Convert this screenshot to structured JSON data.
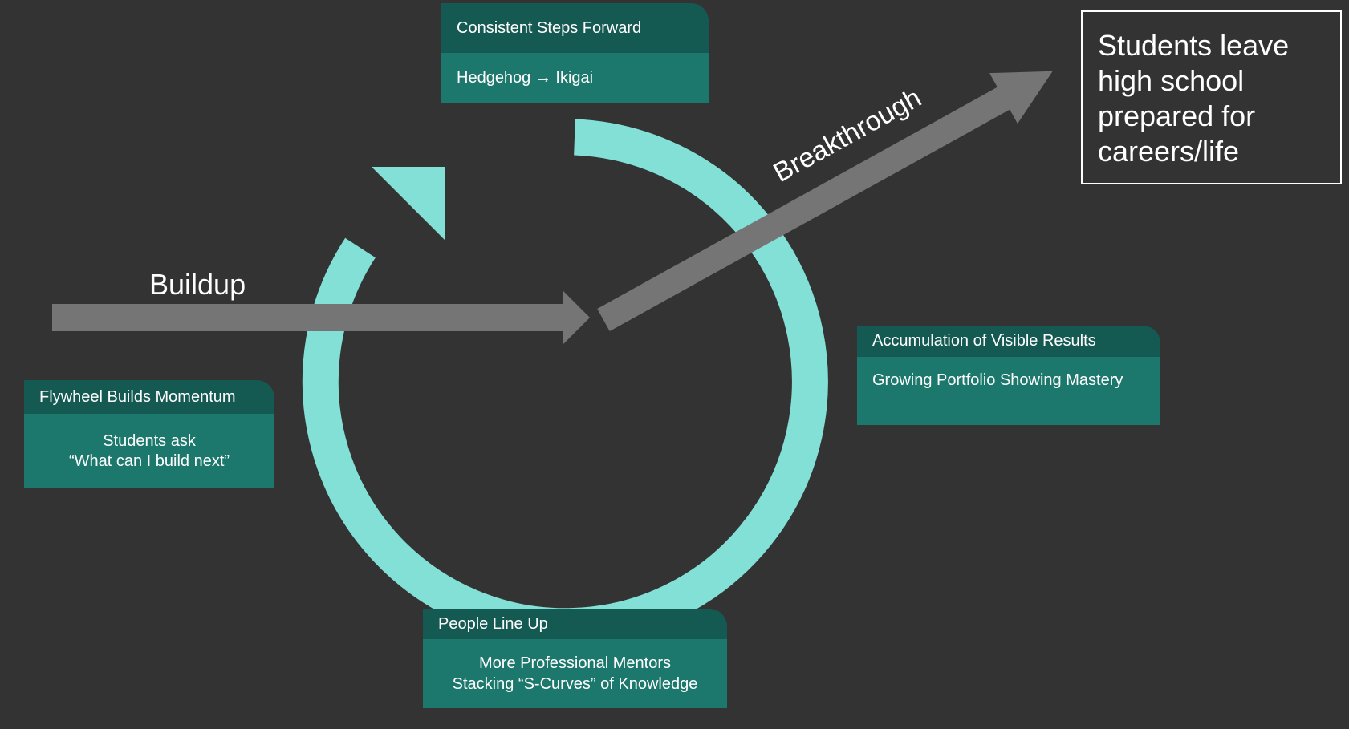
{
  "colors": {
    "background": "#333333",
    "ring": "#82e0d6",
    "arrow": "#757575",
    "card_header": "#155a52",
    "card_body": "#1c786c",
    "text": "#ffffff"
  },
  "labels": {
    "buildup": "Buildup",
    "breakthrough": "Breakthrough"
  },
  "cards": {
    "top": {
      "header": "Consistent Steps Forward",
      "body": "Hedgehog → Ikigai"
    },
    "right": {
      "header": "Accumulation of Visible Results",
      "body": "Growing Portfolio Showing Mastery"
    },
    "left": {
      "header": "Flywheel Builds Momentum",
      "body_lines": [
        "Students ask",
        "“What can I build next”"
      ]
    },
    "bottom": {
      "header": "People Line Up",
      "body_lines": [
        "More Professional Mentors",
        "Stacking “S-Curves” of Knowledge"
      ]
    }
  },
  "outcome": {
    "lines": [
      "Students leave",
      "high school",
      "prepared for",
      "careers/life"
    ]
  }
}
